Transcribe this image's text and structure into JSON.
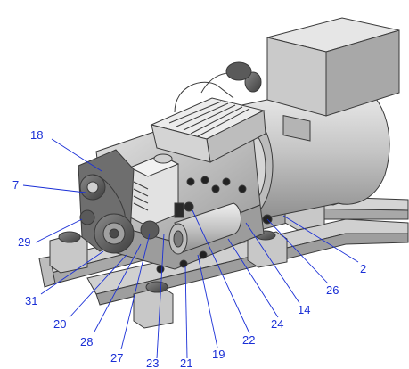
{
  "diagram": {
    "accent_color": "#1a2fd6",
    "callouts": [
      {
        "id": "c18",
        "label": "18"
      },
      {
        "id": "c7",
        "label": "7"
      },
      {
        "id": "c29",
        "label": "29"
      },
      {
        "id": "c31",
        "label": "31"
      },
      {
        "id": "c20",
        "label": "20"
      },
      {
        "id": "c28",
        "label": "28"
      },
      {
        "id": "c27",
        "label": "27"
      },
      {
        "id": "c23",
        "label": "23"
      },
      {
        "id": "c21",
        "label": "21"
      },
      {
        "id": "c19",
        "label": "19"
      },
      {
        "id": "c22",
        "label": "22"
      },
      {
        "id": "c24",
        "label": "24"
      },
      {
        "id": "c14",
        "label": "14"
      },
      {
        "id": "c26",
        "label": "26"
      },
      {
        "id": "c2",
        "label": "2"
      }
    ]
  }
}
